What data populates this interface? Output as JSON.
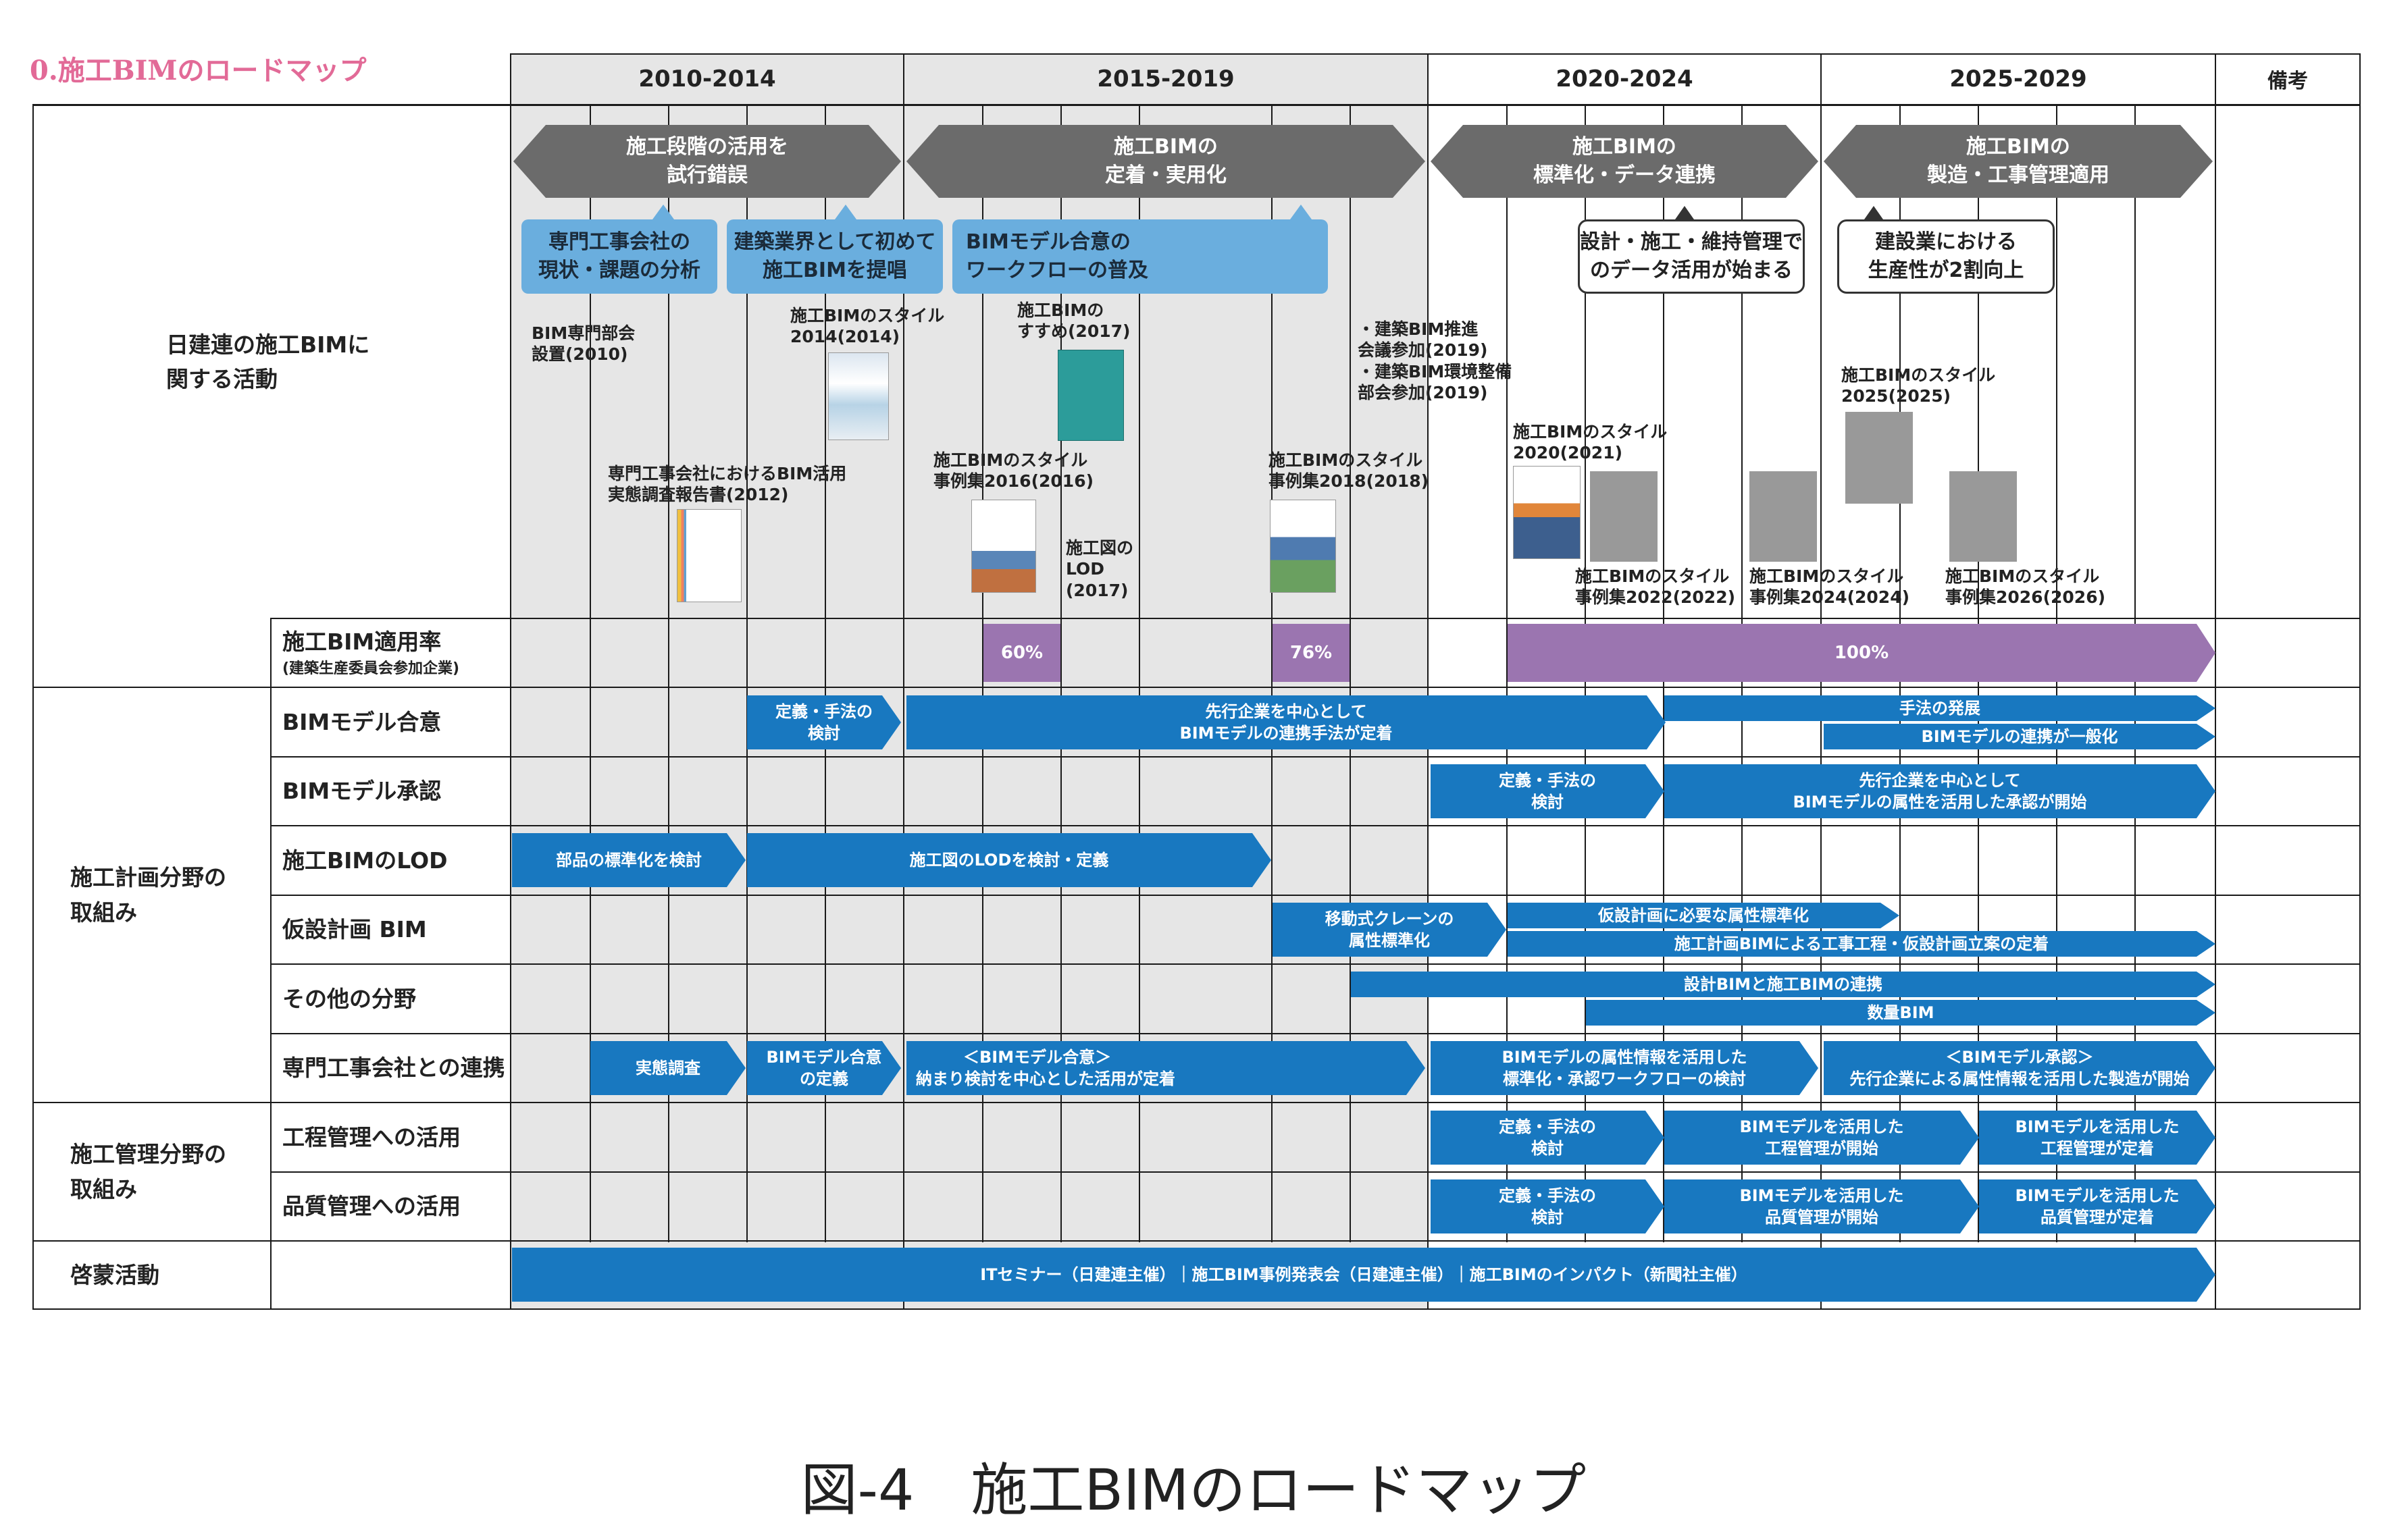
{
  "title": "0.施工BIMのロードマップ",
  "caption": "図-4　施工BIMのロードマップ",
  "headers": {
    "p1": "2010-2014",
    "p2": "2015-2019",
    "p3": "2020-2024",
    "p4": "2025-2029",
    "notes": "備考"
  },
  "groups": {
    "nikkenren": [
      "日建連の施工BIMに",
      "関する活動"
    ],
    "planning": [
      "施工計画分野の",
      "取組み"
    ],
    "management": [
      "施工管理分野の",
      "取組み"
    ],
    "awareness": "啓蒙活動"
  },
  "rows": {
    "adoption": {
      "label": "施工BIM適用率",
      "sub": "(建築生産委員会参加企業)"
    },
    "model_agree": "BIMモデル合意",
    "model_approve": "BIMモデル承認",
    "lod": "施工BIMのLOD",
    "temporary": "仮設計画 BIM",
    "other": "その他の分野",
    "subcontractor": "専門工事会社との連携",
    "schedule": "工程管理への活用",
    "quality": "品質管理への活用"
  },
  "phases": [
    [
      "施工段階の活用を",
      "試行錯誤"
    ],
    [
      "施工BIMの",
      "定着・実用化"
    ],
    [
      "施工BIMの",
      "標準化・データ連携"
    ],
    [
      "施工BIMの",
      "製造・工事管理適用"
    ]
  ],
  "bubbles": [
    [
      "専門工事会社の",
      "現状・課題の分析"
    ],
    [
      "建築業界として初めて",
      "施工BIMを提唱"
    ],
    [
      "BIMモデル合意の",
      "ワークフローの普及"
    ]
  ],
  "outline_bubbles": [
    [
      "設計・施工・維持管理で",
      "のデータ活用が始まる"
    ],
    [
      "建設業における",
      "生産性が2割向上"
    ]
  ],
  "annotations": {
    "bim_bukai": [
      "BIM専門部会",
      "設置(2010)"
    ],
    "style2014": [
      "施工BIMのスタイル",
      "2014(2014)"
    ],
    "susume": [
      "施工BIMの",
      "すすめ(2017)"
    ],
    "suishin": [
      "・建築BIM推進",
      "会議参加(2019)",
      "・建築BIM環境整備",
      "部会参加(2019)"
    ],
    "jittai": [
      "専門工事会社におけるBIM活用",
      "実態調査報告書(2012)"
    ],
    "jirei2016": [
      "施工BIMのスタイル",
      "事例集2016(2016)"
    ],
    "lod2017": [
      "施工図の",
      "LOD",
      "(2017)"
    ],
    "jirei2018": [
      "施工BIMのスタイル",
      "事例集2018(2018)"
    ],
    "style2020": [
      "施工BIMのスタイル",
      "2020(2021)"
    ],
    "style2025": [
      "施工BIMのスタイル",
      "2025(2025)"
    ],
    "jirei2022": [
      "施工BIMのスタイル",
      "事例集2022(2022)"
    ],
    "jirei2024": [
      "施工BIMのスタイル",
      "事例集2024(2024)"
    ],
    "jirei2026": [
      "施工BIMのスタイル",
      "事例集2026(2026)"
    ]
  },
  "adoption_rates": {
    "r2016": "60%",
    "r2018": "76%",
    "r2020": "100%"
  },
  "bars": {
    "agree1": [
      "定義・手法の",
      "検討"
    ],
    "agree2": [
      "先行企業を中心として",
      "BIMモデルの連携手法が定着"
    ],
    "agree3": "手法の発展",
    "agree4": "BIMモデルの連携が一般化",
    "approve1": [
      "定義・手法の",
      "検討"
    ],
    "approve2": [
      "先行企業を中心として",
      "BIMモデルの属性を活用した承認が開始"
    ],
    "lod1": "部品の標準化を検討",
    "lod2": "施工図のLODを検討・定義",
    "temp1": [
      "移動式クレーンの",
      "属性標準化"
    ],
    "temp2": "仮設計画に必要な属性標準化",
    "temp3": "施工計画BIMによる工事工程・仮設計画立案の定着",
    "other1": "設計BIMと施工BIMの連携",
    "other2": "数量BIM",
    "sub1": "実態調査",
    "sub2": [
      "BIMモデル合意",
      "の定義"
    ],
    "sub3": [
      "＜BIMモデル合意＞",
      "納まり検討を中心とした活用が定着"
    ],
    "sub4": [
      "BIMモデルの属性情報を活用した",
      "標準化・承認ワークフローの検討"
    ],
    "sub5": [
      "＜BIMモデル承認＞",
      "先行企業による属性情報を活用した製造が開始"
    ],
    "sched1": [
      "定義・手法の",
      "検討"
    ],
    "sched2": [
      "BIMモデルを活用した",
      "工程管理が開始"
    ],
    "sched3": [
      "BIMモデルを活用した",
      "工程管理が定着"
    ],
    "qual1": [
      "定義・手法の",
      "検討"
    ],
    "qual2": [
      "BIMモデルを活用した",
      "品質管理が開始"
    ],
    "qual3": [
      "BIMモデルを活用した",
      "品質管理が定着"
    ],
    "aware": "ITセミナー（日建連主催）｜施工BIM事例発表会（日建連主催）｜施工BIMのインパクト（新聞社主催）"
  },
  "colors": {
    "bar_blue": "#1878c0",
    "phase_gray": "#6b6b6b",
    "bubble_blue": "#6aaede",
    "rate_purple": "#9b75b0",
    "past_gray_bg": "#e6e6e6",
    "title_pink": "#e26a97"
  }
}
